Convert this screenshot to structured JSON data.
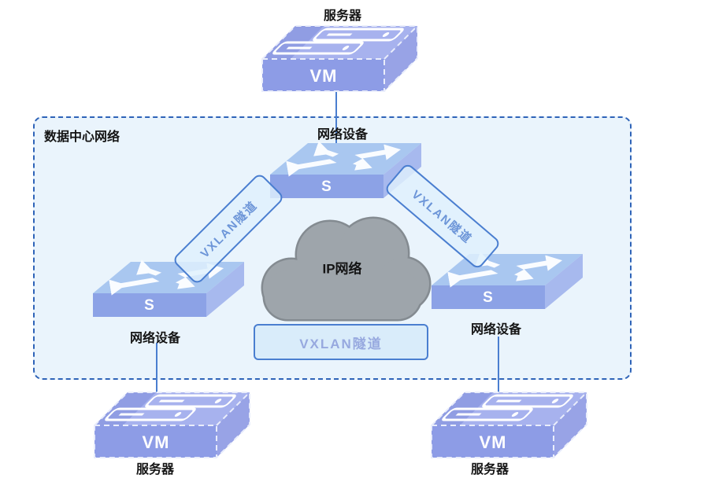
{
  "container": {
    "label": "数据中心网络"
  },
  "nodes": {
    "server_top": {
      "caption": "服务器",
      "box_label": "VM"
    },
    "switch_top": {
      "caption": "网络设备",
      "box_label": "S"
    },
    "switch_left": {
      "caption": "网络设备",
      "box_label": "S"
    },
    "switch_right": {
      "caption": "网络设备",
      "box_label": "S"
    },
    "cloud": {
      "label": "IP网络"
    },
    "server_bottom_left": {
      "caption": "服务器",
      "box_label": "VM"
    },
    "server_bottom_right": {
      "caption": "服务器",
      "box_label": "VM"
    }
  },
  "tunnels": {
    "left": {
      "label": "VXLAN隧道"
    },
    "right": {
      "label": "VXLAN隧道"
    },
    "bottom": {
      "label": "VXLAN隧道"
    }
  },
  "colors": {
    "container_border": "#2E63B8",
    "container_bg": "#EAF4FC",
    "device_front": "#8CA2E6",
    "device_top": "#A9C7F0",
    "vm_front": "#8D9CE6",
    "cloud_fill": "#9EA5AB",
    "cloud_stroke": "#848B91",
    "tunnel_border": "#4A7ED0",
    "tunnel_text": "#6C95D8",
    "link_line": "#4A7ED0"
  }
}
